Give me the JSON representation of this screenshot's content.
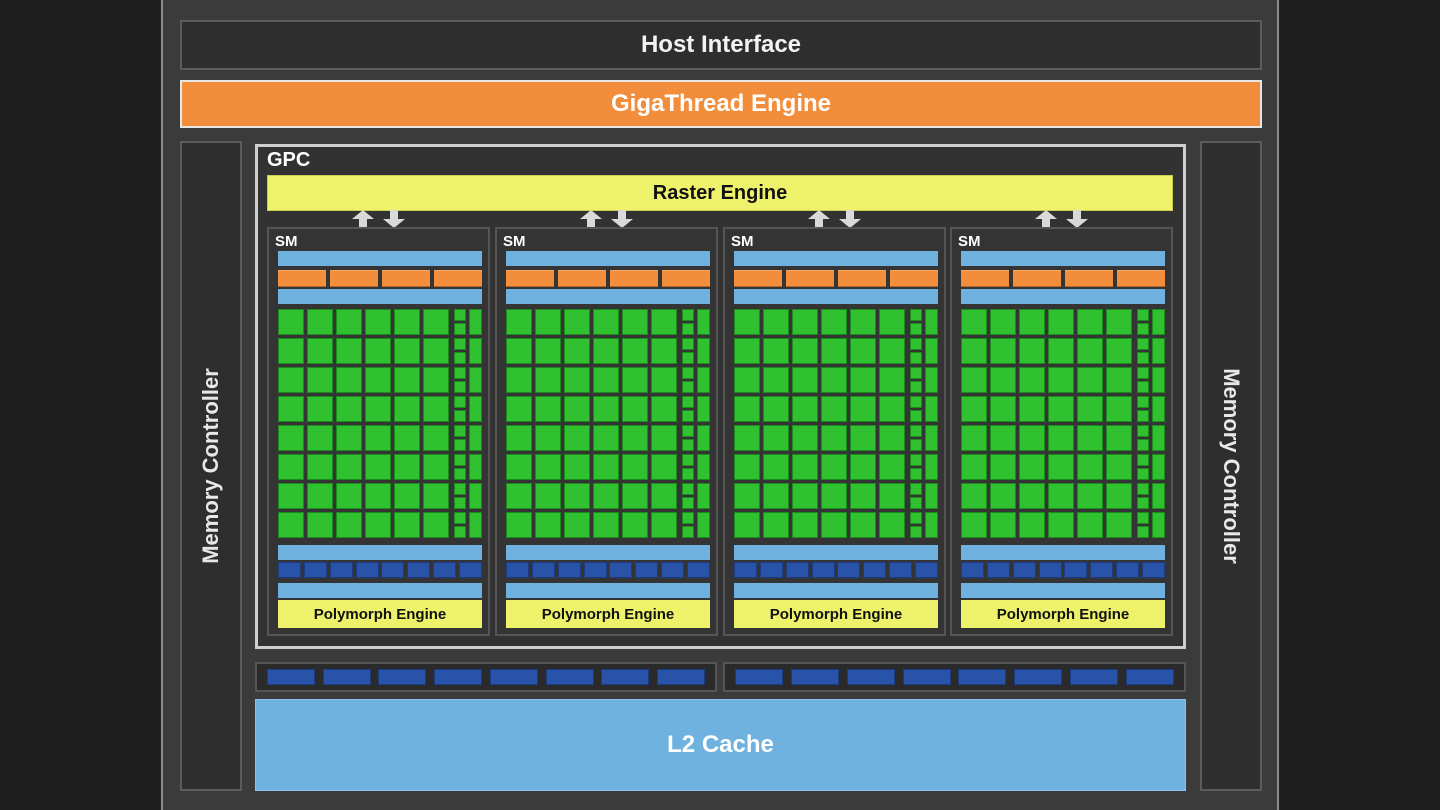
{
  "host_interface": {
    "label": "Host Interface"
  },
  "gigathread": {
    "label": "GigaThread Engine"
  },
  "memory_controllers": {
    "left": "Memory Controller",
    "right": "Memory Controller"
  },
  "gpc": {
    "label": "GPC",
    "raster_engine": "Raster Engine",
    "sms": [
      {
        "label": "SM",
        "polymorph": "Polymorph Engine"
      },
      {
        "label": "SM",
        "polymorph": "Polymorph Engine"
      },
      {
        "label": "SM",
        "polymorph": "Polymorph Engine"
      },
      {
        "label": "SM",
        "polymorph": "Polymorph Engine"
      }
    ]
  },
  "l2_cache": {
    "label": "L2 Cache"
  },
  "colors": {
    "background": "#1f1f1f",
    "chip": "#3b3b3b",
    "gigathread": "#f28d3c",
    "raster": "#eef26b",
    "core": "#2fc12f",
    "cache_blue": "#6fb2e0",
    "ldst_blue": "#2953a8"
  }
}
